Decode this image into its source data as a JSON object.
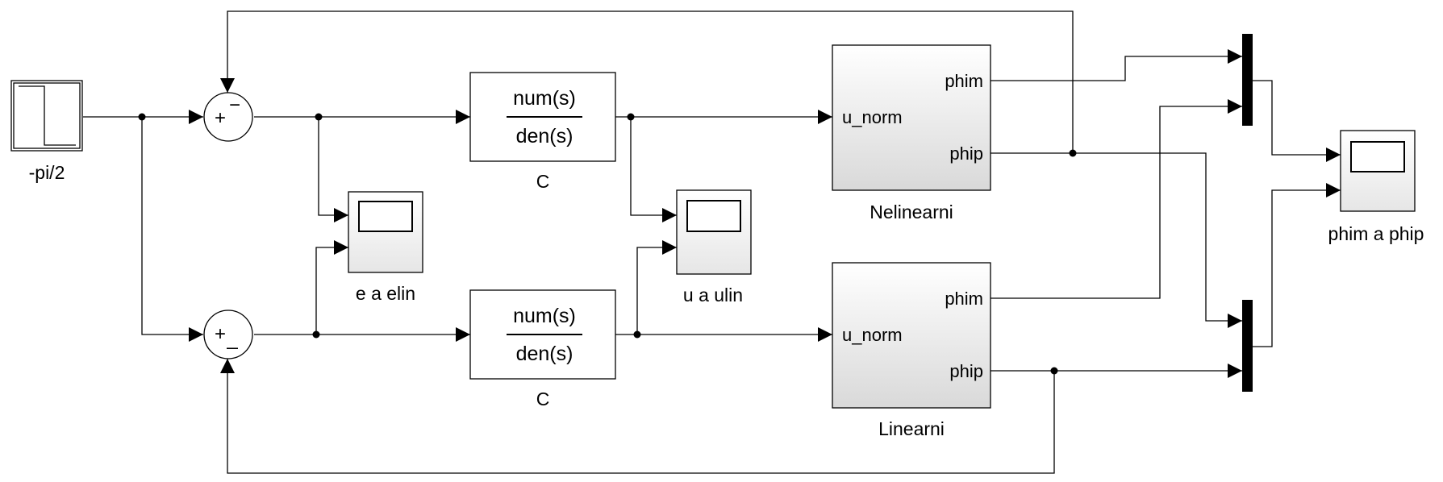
{
  "blocks": {
    "step": {
      "name": "-pi/2"
    },
    "sum_top": {
      "signs_primary": "+",
      "signs_secondary": "−"
    },
    "sum_bottom": {
      "signs_primary": "+",
      "signs_secondary": "_"
    },
    "controller_top": {
      "numerator": "num(s)",
      "denominator": "den(s)",
      "name": "C"
    },
    "controller_bottom": {
      "numerator": "num(s)",
      "denominator": "den(s)",
      "name": "C"
    },
    "scope_e": {
      "name": "e a elin"
    },
    "scope_u": {
      "name": "u a ulin"
    },
    "nonlinear": {
      "name": "Nelinearni",
      "in_port": "u_norm",
      "out_port_1": "phim",
      "out_port_2": "phip"
    },
    "linear": {
      "name": "Linearni",
      "in_port": "u_norm",
      "out_port_1": "phim",
      "out_port_2": "phip"
    },
    "scope_phi": {
      "name": "phim a phip"
    }
  }
}
